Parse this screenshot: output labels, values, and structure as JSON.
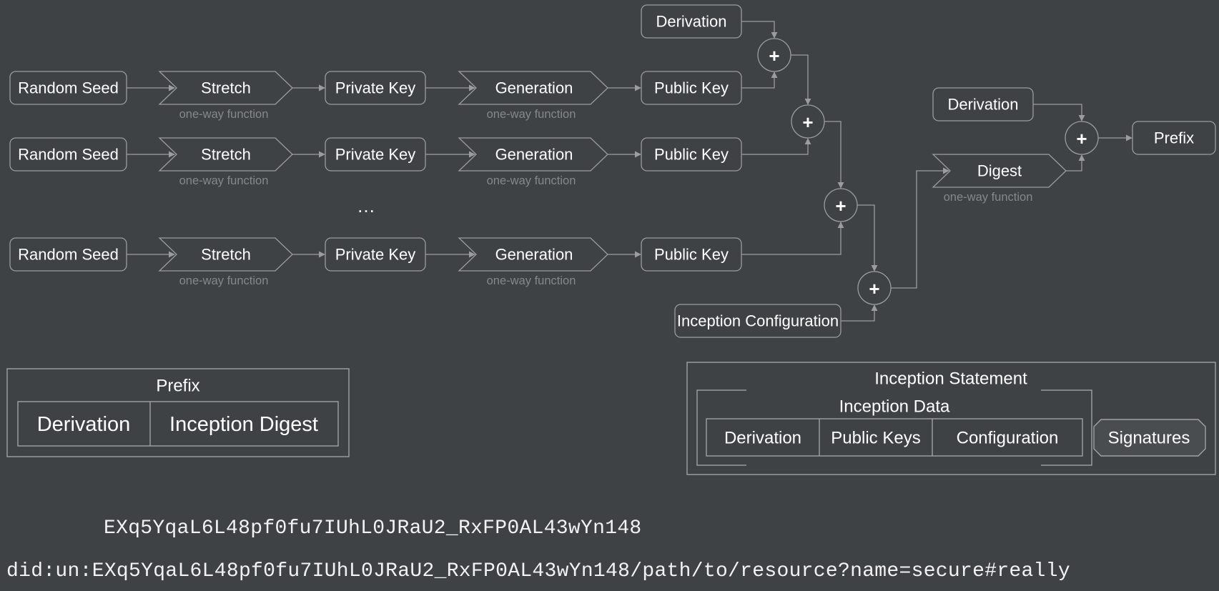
{
  "flow": {
    "rows": [
      {
        "seed": "Random Seed",
        "stretch": "Stretch",
        "stretch_note": "one-way function",
        "private_key": "Private Key",
        "generation": "Generation",
        "generation_note": "one-way function",
        "public_key": "Public Key"
      },
      {
        "seed": "Random Seed",
        "stretch": "Stretch",
        "stretch_note": "one-way function",
        "private_key": "Private Key",
        "generation": "Generation",
        "generation_note": "one-way function",
        "public_key": "Public Key"
      },
      {
        "seed": "Random Seed",
        "stretch": "Stretch",
        "stretch_note": "one-way function",
        "private_key": "Private Key",
        "generation": "Generation",
        "generation_note": "one-way function",
        "public_key": "Public Key"
      }
    ],
    "ellipsis": "…",
    "top_derivation": "Derivation",
    "inception_configuration": "Inception Configuration",
    "digest": "Digest",
    "digest_note": "one-way function",
    "right_derivation": "Derivation",
    "prefix": "Prefix",
    "combine_symbol": "+"
  },
  "prefix_table": {
    "title": "Prefix",
    "cells": [
      "Derivation",
      "Inception Digest"
    ]
  },
  "inception_statement": {
    "title": "Inception Statement",
    "data_title": "Inception Data",
    "cells": [
      "Derivation",
      "Public Keys",
      "Configuration"
    ],
    "signatures": "Signatures"
  },
  "identifier": {
    "prefix_line": "EXq5YqaL6L48pf0fu7IUhL0JRaU2_RxFP0AL43wYn148",
    "did_line": "did:un:EXq5YqaL6L48pf0fu7IUhL0JRaU2_RxFP0AL43wYn148/path/to/resource?name=secure#really"
  }
}
